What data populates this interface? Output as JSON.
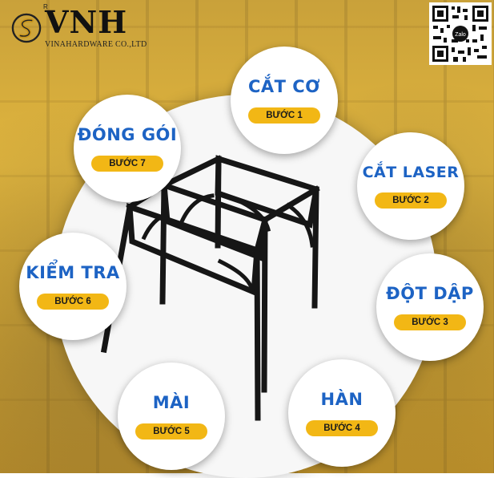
{
  "brand": {
    "name": "VNH",
    "registered_mark": "R",
    "company": "VINAHARDWARE CO.,LTD",
    "logo_icon": "vnh-swirl-logo",
    "qr_label": "Zalo"
  },
  "product_image": "black-folding-table-frame",
  "colors": {
    "title_blue": "#1d63c4",
    "badge_yellow": "#f2b715",
    "background_yellow": "#e0b53e"
  },
  "steps": [
    {
      "title": "CẮT CƠ",
      "badge": "BƯỚC 1"
    },
    {
      "title": "CẮT LASER",
      "badge": "BƯỚC 2"
    },
    {
      "title": "ĐỘT DẬP",
      "badge": "BƯỚC 3"
    },
    {
      "title": "HÀN",
      "badge": "BƯỚC 4"
    },
    {
      "title": "MÀI",
      "badge": "BƯỚC 5"
    },
    {
      "title": "KIỂM TRA",
      "badge": "BƯỚC 6"
    },
    {
      "title": "ĐÓNG GÓI",
      "badge": "BƯỚC 7"
    }
  ]
}
